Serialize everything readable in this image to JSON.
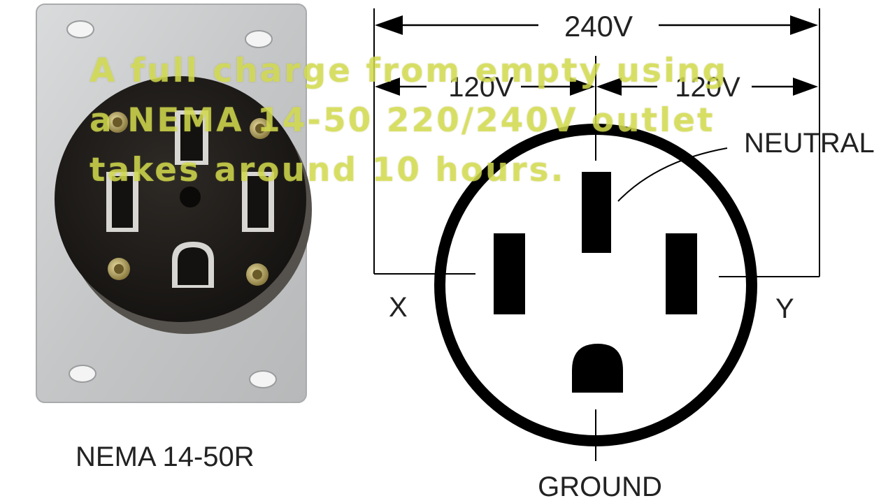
{
  "photo": {
    "caption": "NEMA 14-50R"
  },
  "diagram": {
    "voltage_total": "240V",
    "voltage_left": "120V",
    "voltage_right": "120V",
    "label_neutral": "NEUTRAL",
    "label_x": "X",
    "label_y": "Y",
    "label_ground": "GROUND"
  },
  "overlay": {
    "lines": [
      "A full charge from empty using",
      "a NEMA 14-50 220/240V outlet",
      "takes around 10 hours."
    ]
  },
  "colors": {
    "overlay_text": "#d6de50",
    "plate": "#c9cbcc",
    "receptacle": "#1c1a18",
    "diagram_ink": "#000000"
  }
}
